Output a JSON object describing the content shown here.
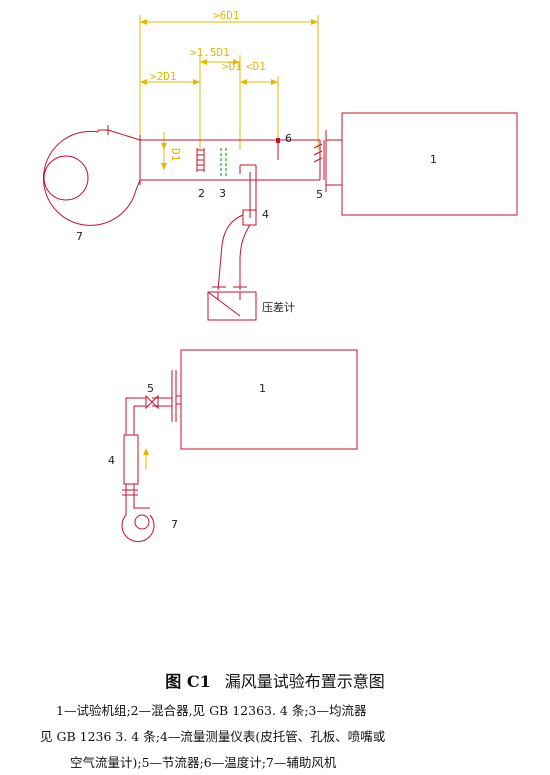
{
  "dimensions": {
    "d6": ">6D1",
    "d15": ">1.5D1",
    "d2": ">2D1",
    "dd1": ">D1",
    "dd2": "<D1",
    "vd1": "D1"
  },
  "labels": {
    "n1": "1",
    "n2": "2",
    "n3": "3",
    "n4": "4",
    "n5": "5",
    "n6": "6",
    "n7": "7",
    "gauge": "压差计",
    "b1": "1",
    "b4": "4",
    "b5": "5",
    "b7": "7"
  },
  "caption": {
    "number": "图 C1",
    "title": "漏风量试验布置示意图"
  },
  "legend": {
    "line1": "1—试验机组;2—混合器,见 GB 12363. 4 条;3—均流器",
    "line2": "见 GB 1236 3. 4 条;4—流量测量仪表(皮托管、孔板、喷嘴或",
    "line3": "空气流量计);5—节流器;6—温度计;7—辅助风机"
  },
  "colors": {
    "equipment": "#c8102e",
    "dimension": "#e8b800",
    "flow_straightener": "#22aa22"
  }
}
